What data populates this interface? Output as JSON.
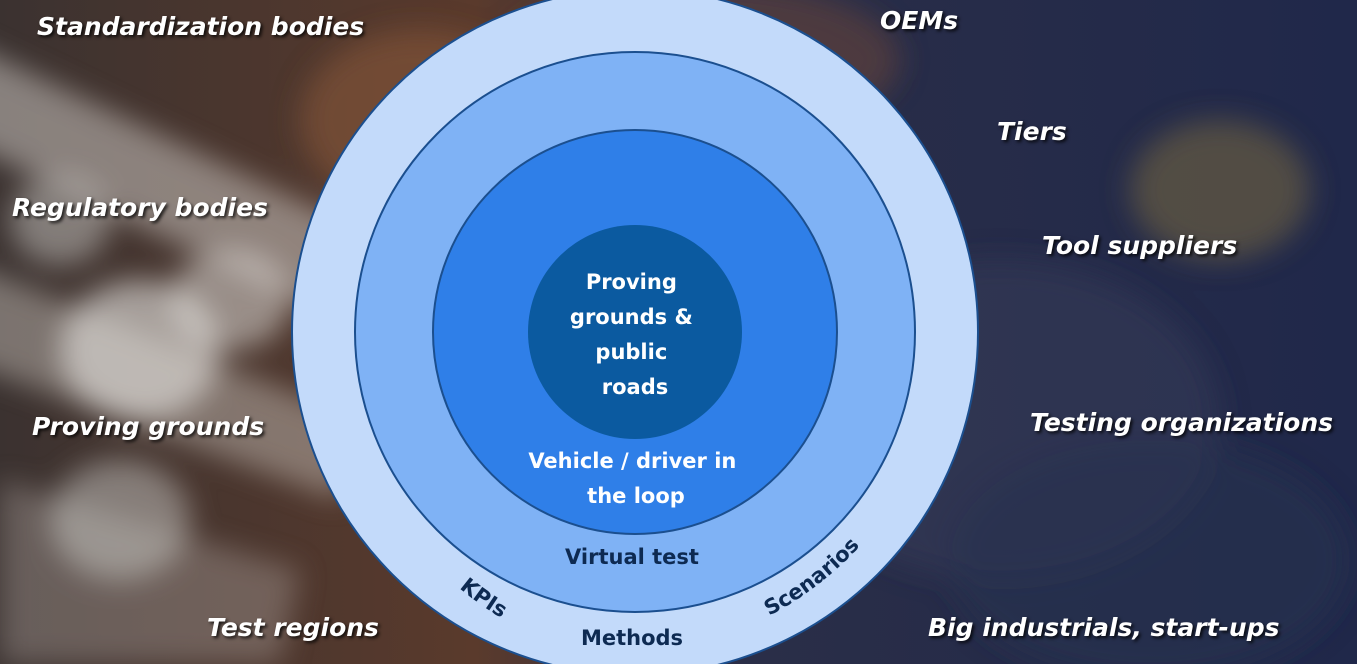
{
  "stakeholders_left": [
    "Standardization bodies",
    "Regulatory bodies",
    "Proving grounds",
    "Test regions"
  ],
  "stakeholders_right": [
    "OEMs",
    "Tiers",
    "Tool suppliers",
    "Testing organizations",
    "Big industrials, start-ups"
  ],
  "rings": {
    "outer": {
      "color": "#c3dafa",
      "tags": [
        "KPIs",
        "Methods",
        "Scenarios"
      ]
    },
    "virtual": {
      "label": "Virtual test",
      "color": "#7fb2f5"
    },
    "vehicle": {
      "label_lines": [
        "Vehicle / driver in",
        "the loop"
      ],
      "color": "#2f7fe8"
    },
    "core": {
      "label_lines": [
        "Proving",
        "grounds &",
        "public",
        "roads"
      ],
      "color": "#0b5aa0"
    }
  }
}
